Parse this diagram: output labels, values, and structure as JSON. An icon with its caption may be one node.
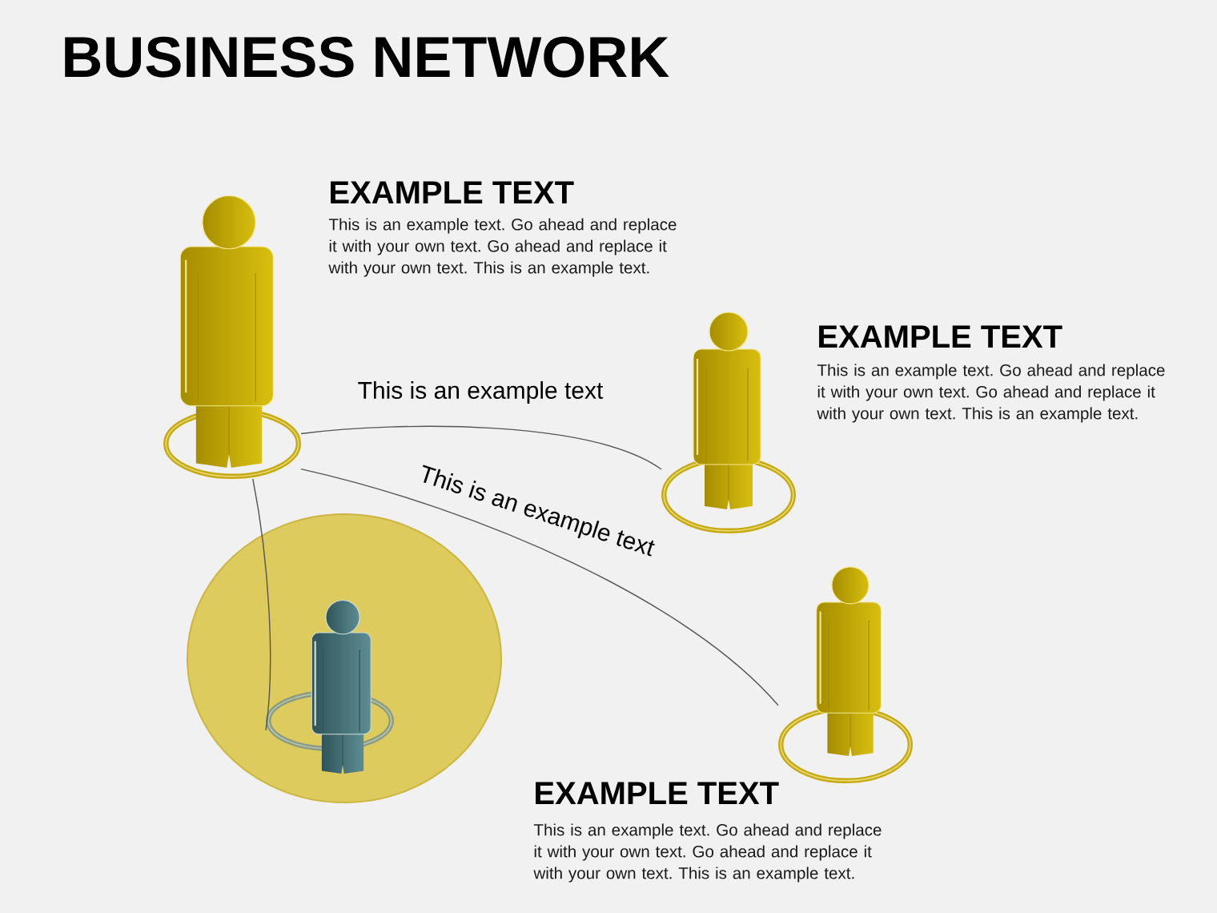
{
  "diagram": {
    "title": "BUSINESS NETWORK",
    "nodes": [
      {
        "text": [],
        "shape": "person",
        "beside": [
          "EXAMPLE TEXT",
          "This is an example text. Go ahead and replace it with your own text. Go ahead and replace it with your own text. This is an example text."
        ]
      },
      {
        "text": [],
        "shape": "person",
        "beside": [
          "EXAMPLE TEXT",
          "This is an example text. Go ahead and replace it with your own text. Go ahead and replace it with your own text. This is an example text."
        ]
      },
      {
        "text": [],
        "shape": "circle"
      },
      {
        "text": [],
        "shape": "person",
        "in": 2
      },
      {
        "text": [],
        "shape": "person",
        "beside": [
          "EXAMPLE TEXT",
          "This is an example text. Go ahead and replace it with your own text. Go ahead and replace it with your own text. This is an example text."
        ]
      }
    ],
    "edges": [
      {
        "from": 0,
        "to": 1,
        "arrow": "none",
        "label": "This is an example text"
      },
      {
        "from": 0,
        "to": 4,
        "arrow": "none",
        "label": "This is an example text"
      },
      {
        "from": 0,
        "to": 3,
        "arrow": "none"
      }
    ]
  }
}
